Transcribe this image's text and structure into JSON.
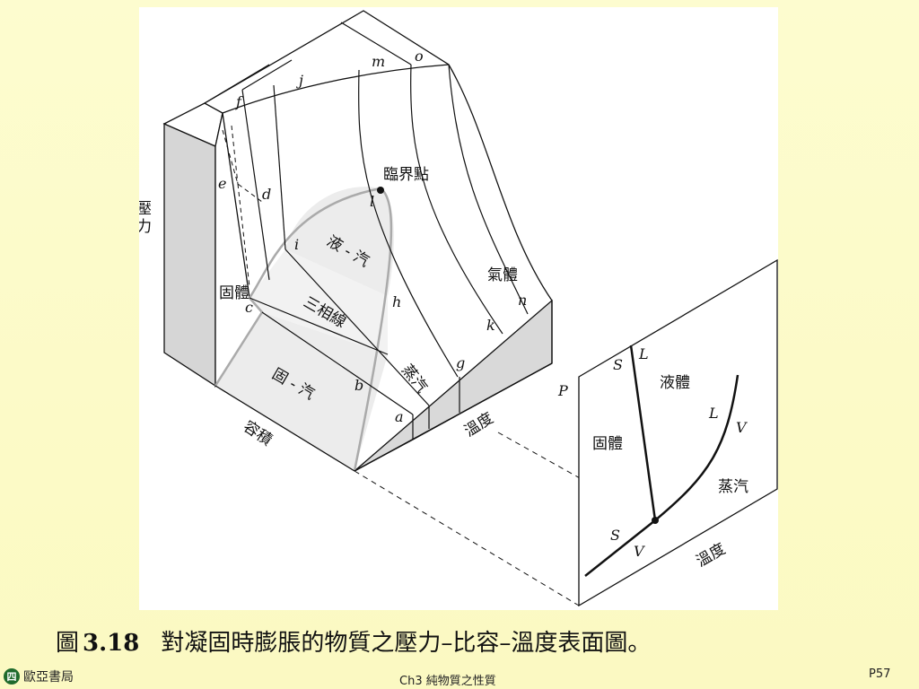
{
  "figure": {
    "axis_pressure": "壓力",
    "axis_volume": "容積",
    "axis_temperature": "溫度",
    "regions": {
      "critical_point": "臨界點",
      "liquid_vapor": "液 - 汽",
      "triple_line": "三相線",
      "solid_vapor": "固 - 汽",
      "solid": "固體",
      "gas": "氣體",
      "vapor": "蒸汽"
    },
    "points": [
      "a",
      "b",
      "c",
      "d",
      "e",
      "f",
      "g",
      "h",
      "i",
      "j",
      "k",
      "l",
      "m",
      "n",
      "o"
    ],
    "projection": {
      "p_label": "P",
      "t_label": "溫度",
      "solid": "固體",
      "liquid": "液體",
      "vapor": "蒸汽",
      "sl_top_s": "S",
      "sl_top_l": "L",
      "lv_l": "L",
      "lv_v": "V",
      "sv_s": "S",
      "sv_v": "V"
    }
  },
  "caption": {
    "prefix": "圖",
    "number": "3.18",
    "text": "對凝固時膨脹的物質之壓力–比容–溫度表面圖。"
  },
  "footer": {
    "publisher": "歐亞書局",
    "chapter": "Ch3 純物質之性質",
    "page": "P57"
  },
  "colors": {
    "background": "#fcfbc8",
    "shade": "#d9d9d9",
    "dome": "#e9e9e9"
  }
}
